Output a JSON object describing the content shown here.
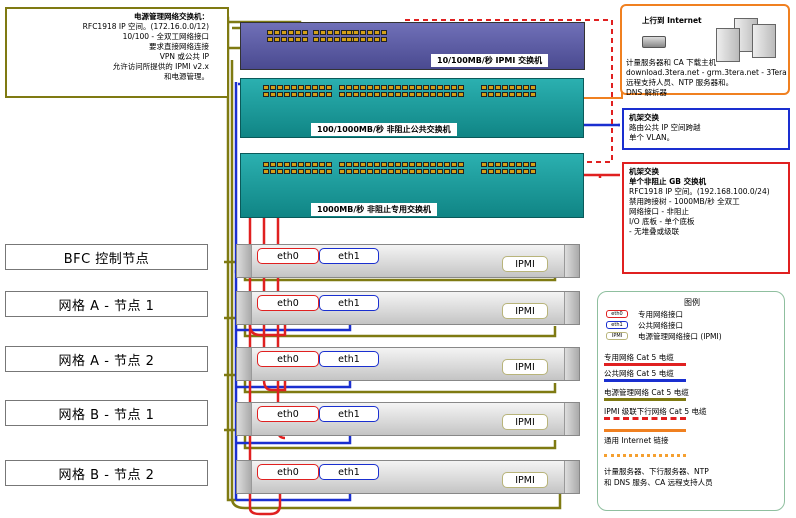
{
  "notes": {
    "mgmt_switch": [
      "电源管理网络交换机：",
      "RFC1918 IP 空间。(172.16.0.0/12)",
      "10/100 - 全双工网络接口",
      "要求直接网络连接",
      "VPN 或公共 IP",
      "允许访问所提供的 IPMI v2.x",
      "和电源管理。"
    ],
    "internet_title": "上行到 Internet",
    "internet_body": [
      "计量服务器和 CA 下载主机",
      "download.3tera.net - grm.3tera.net - 3Tera",
      "远程支持人员、NTP 服务器和。",
      "DNS 解析器"
    ],
    "public_switch": [
      "机架交换",
      "路由公共 IP 空间跨越",
      "单个 VLAN。"
    ],
    "private_switch": [
      "机架交换",
      "单个非阻止 GB 交换机",
      "RFC1918 IP 空间。(192.168.100.0/24)",
      "禁用跨接树 - 1000MB/秒 全双工",
      "网络接口 - 非阻止",
      "I/O 底板 - 单个底板",
      "- 无堆叠或级联"
    ]
  },
  "switches": {
    "ipmi_label": "10/100MB/秒 IPMI 交换机",
    "public_label": "100/1000MB/秒 非阻止公共交换机",
    "private_label": "1000MB/秒 非阻止专用交换机"
  },
  "nodes": [
    {
      "label": "BFC 控制节点",
      "eth0": "eth0",
      "eth1": "eth1",
      "ipmi": "IPMI"
    },
    {
      "label": "网格 A - 节点 1",
      "eth0": "eth0",
      "eth1": "eth1",
      "ipmi": "IPMI"
    },
    {
      "label": "网格 A - 节点 2",
      "eth0": "eth0",
      "eth1": "eth1",
      "ipmi": "IPMI"
    },
    {
      "label": "网格 B - 节点 1",
      "eth0": "eth0",
      "eth1": "eth1",
      "ipmi": "IPMI"
    },
    {
      "label": "网格 B - 节点 2",
      "eth0": "eth0",
      "eth1": "eth1",
      "ipmi": "IPMI"
    }
  ],
  "legend": {
    "title": "图例",
    "items": [
      {
        "sample": "eth0",
        "label": "专用网络接口"
      },
      {
        "sample": "eth1",
        "label": "公共网络接口"
      },
      {
        "sample": "IPMI",
        "label": "电源管理网络接口 (IPMI)"
      }
    ],
    "cables": [
      {
        "label": "专用网络 Cat 5 电缆",
        "color": "#e02020",
        "style": "solid"
      },
      {
        "label": "公共网络 Cat 5 电缆",
        "color": "#1a2fd0",
        "style": "solid"
      },
      {
        "label": "电源管理网络 Cat 5 电缆",
        "color": "#7f7a12",
        "style": "solid"
      },
      {
        "label": "IPMI 级联下行网络 Cat 5 电缆",
        "color": "#e02020",
        "style": "dashed"
      },
      {
        "label": "通用 Internet 链接",
        "color": "#f08020",
        "style": "solid"
      },
      {
        "label": "计量服务器、下行服务器、NTP",
        "label2": "和 DNS 服务、CA 远程支持人员",
        "color": "#f5a030",
        "style": "dotted"
      }
    ]
  },
  "colors": {
    "private": "#e02020",
    "public": "#1a2fd0",
    "mgmt": "#7f7a12",
    "internet": "#f08020",
    "ipmi_switch": "#5a5aa0",
    "public_switch": "#1a9a9a",
    "private_switch": "#1a9a9a"
  }
}
